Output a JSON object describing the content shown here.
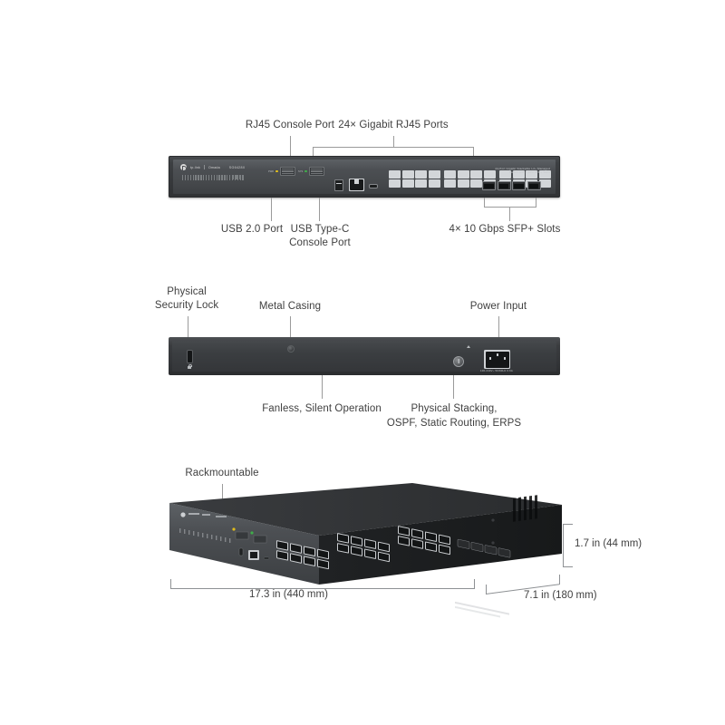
{
  "page": {
    "background": "#ffffff",
    "text_color": "#404040",
    "leader_color": "#9b9b9b"
  },
  "device": {
    "brand": "tp-link",
    "sub_brand": "Omada",
    "model": "SG6428X",
    "front_text_line1": "24-Port Gigabit Stackable L2+ Managed",
    "front_text_line2": "Switch with 4 10G SFP+ Slots",
    "rear_rating": "100-240V~ 50/60Hz 0.6A",
    "port_count": 24,
    "sfp_count": 4,
    "led_labels": [
      "PWR",
      "SYS"
    ]
  },
  "front_view": {
    "callouts_top": [
      {
        "name": "rj45-console-port",
        "label": "RJ45 Console Port"
      },
      {
        "name": "gigabit-rj45-ports",
        "label": "24× Gigabit RJ45 Ports"
      }
    ],
    "callouts_bottom": [
      {
        "name": "usb-2-port",
        "label": "USB 2.0 Port"
      },
      {
        "name": "usb-type-c-console-port",
        "label_line1": "USB Type-C",
        "label_line2": "Console Port"
      },
      {
        "name": "sfp-plus-slots",
        "label": "4× 10 Gbps SFP+ Slots"
      }
    ]
  },
  "rear_view": {
    "callouts_top": [
      {
        "name": "physical-security-lock",
        "label_line1": "Physical",
        "label_line2": "Security Lock"
      },
      {
        "name": "metal-casing",
        "label": "Metal Casing"
      },
      {
        "name": "power-input",
        "label": "Power Input"
      }
    ],
    "callouts_bottom": [
      {
        "name": "fanless-operation",
        "label": "Fanless, Silent Operation"
      },
      {
        "name": "physical-stacking",
        "label_line1": "Physical Stacking,",
        "label_line2": "OSPF, Static Routing, ERPS"
      }
    ]
  },
  "iso_view": {
    "callout": {
      "name": "rackmountable",
      "label": "Rackmountable"
    },
    "dimensions": {
      "width": "17.3 in (440 mm)",
      "depth": "7.1 in (180 mm)",
      "height": "1.7 in (44 mm)"
    }
  }
}
